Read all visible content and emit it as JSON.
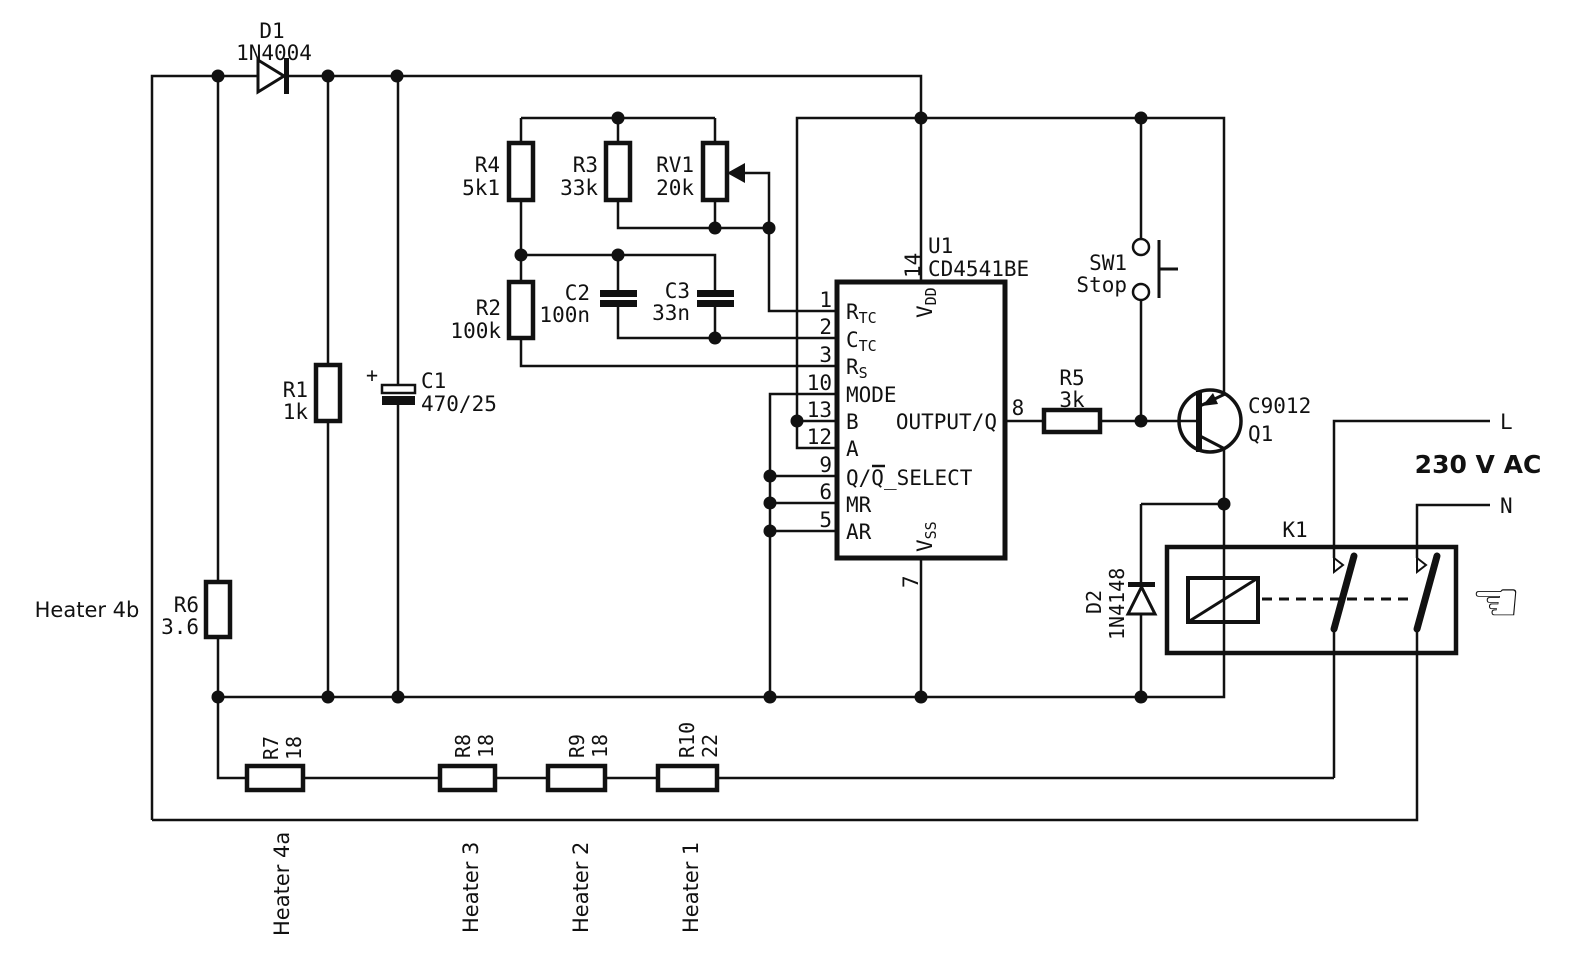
{
  "components": {
    "d1": {
      "ref": "D1",
      "value": "1N4004"
    },
    "d2": {
      "ref": "D2",
      "value": "1N4148"
    },
    "r1": {
      "ref": "R1",
      "value": "1k"
    },
    "r2": {
      "ref": "R2",
      "value": "100k"
    },
    "r3": {
      "ref": "R3",
      "value": "33k"
    },
    "r4": {
      "ref": "R4",
      "value": "5k1"
    },
    "r5": {
      "ref": "R5",
      "value": "3k"
    },
    "r6": {
      "ref": "R6",
      "value": "3.6"
    },
    "r7": {
      "ref": "R7",
      "value": "18"
    },
    "r8": {
      "ref": "R8",
      "value": "18"
    },
    "r9": {
      "ref": "R9",
      "value": "18"
    },
    "r10": {
      "ref": "R10",
      "value": "22"
    },
    "rv1": {
      "ref": "RV1",
      "value": "20k"
    },
    "c1": {
      "ref": "C1",
      "value": "470/25",
      "polarity": "+"
    },
    "c2": {
      "ref": "C2",
      "value": "100n"
    },
    "c3": {
      "ref": "C3",
      "value": "33n"
    },
    "q1": {
      "ref": "Q1",
      "part": "C9012"
    },
    "sw1": {
      "ref": "SW1",
      "label": "Stop"
    },
    "k1": {
      "ref": "K1"
    },
    "u1": {
      "ref": "U1",
      "part": "CD4541BE"
    }
  },
  "ic_pins": {
    "p1": {
      "num": "1",
      "base": "R",
      "sub": "TC"
    },
    "p2": {
      "num": "2",
      "base": "C",
      "sub": "TC"
    },
    "p3": {
      "num": "3",
      "base": "R",
      "sub": "S"
    },
    "p10": {
      "num": "10",
      "label": "MODE"
    },
    "p13": {
      "num": "13",
      "label": "B"
    },
    "p12": {
      "num": "12",
      "label": "A"
    },
    "p9": {
      "num": "9",
      "pre": "Q/",
      "bar": "Q",
      "post": "_SELECT"
    },
    "p6": {
      "num": "6",
      "label": "MR"
    },
    "p5": {
      "num": "5",
      "label": "AR"
    },
    "p14": {
      "num": "14",
      "base": "V",
      "sub": "DD"
    },
    "p7": {
      "num": "7",
      "base": "V",
      "sub": "SS"
    },
    "p8": {
      "num": "8",
      "label": "OUTPUT/Q"
    }
  },
  "power": {
    "line": "L",
    "neutral": "N",
    "voltage": "230 V AC"
  },
  "heaters": {
    "h4b": "Heater 4b",
    "h4a": "Heater 4a",
    "h3": "Heater 3",
    "h2": "Heater 2",
    "h1": "Heater 1"
  },
  "icons": {
    "pointing_hand": "☜"
  },
  "colors": {
    "ink": "#111111",
    "background": "#ffffff"
  }
}
